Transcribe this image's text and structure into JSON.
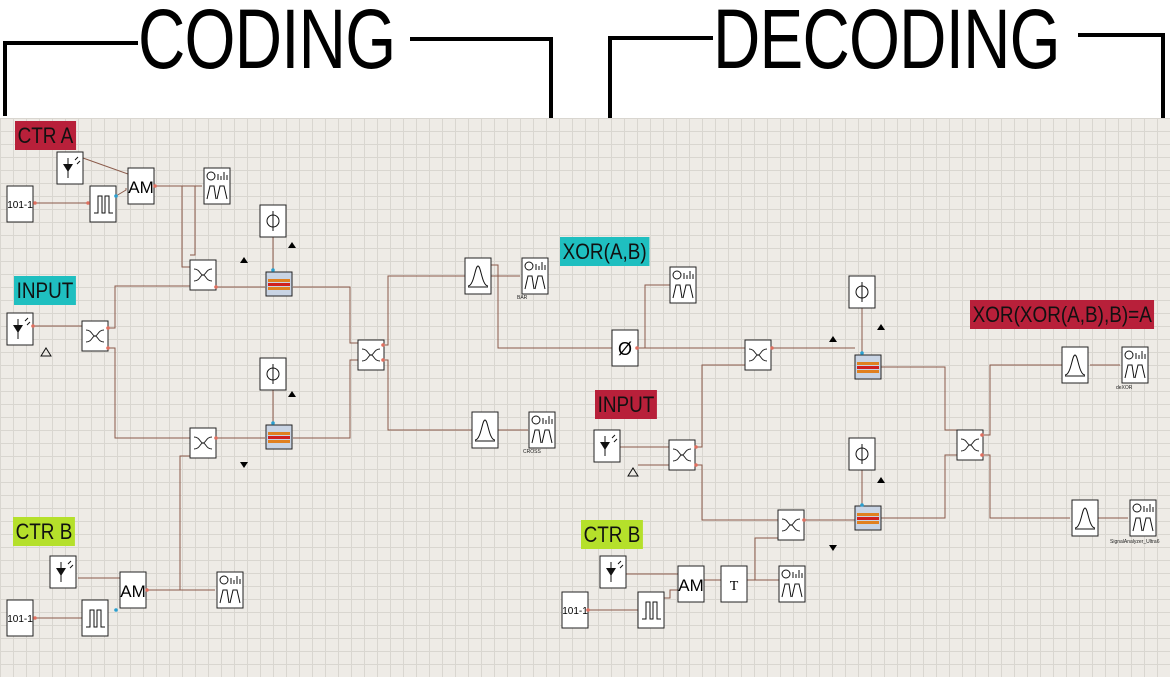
{
  "headings": {
    "coding": "CODING",
    "decoding": "DECODING"
  },
  "labels": {
    "ctr_a": "CTR A",
    "input_left": "INPUT",
    "ctr_b_left": "CTR B",
    "xor_ab": "XOR(A,B)",
    "input_right": "INPUT",
    "ctr_b_right": "CTR B",
    "result": "XOR(XOR(A,B),B)=A"
  },
  "analyzer_captions": {
    "bar": "BAR",
    "cross": "CROSS",
    "dexor": "deXOR",
    "signal": "SignalAnalyzer_Ultra6"
  },
  "component_text": {
    "bit_gen": "101-1",
    "am": "AM",
    "phase": "Ø",
    "delay": "T"
  },
  "colors": {
    "label_red": "#b8203a",
    "label_teal": "#1fbfc0",
    "label_green": "#b5e02b",
    "wire": "#8a5a4a",
    "grid_bg": "#eeebe6"
  }
}
